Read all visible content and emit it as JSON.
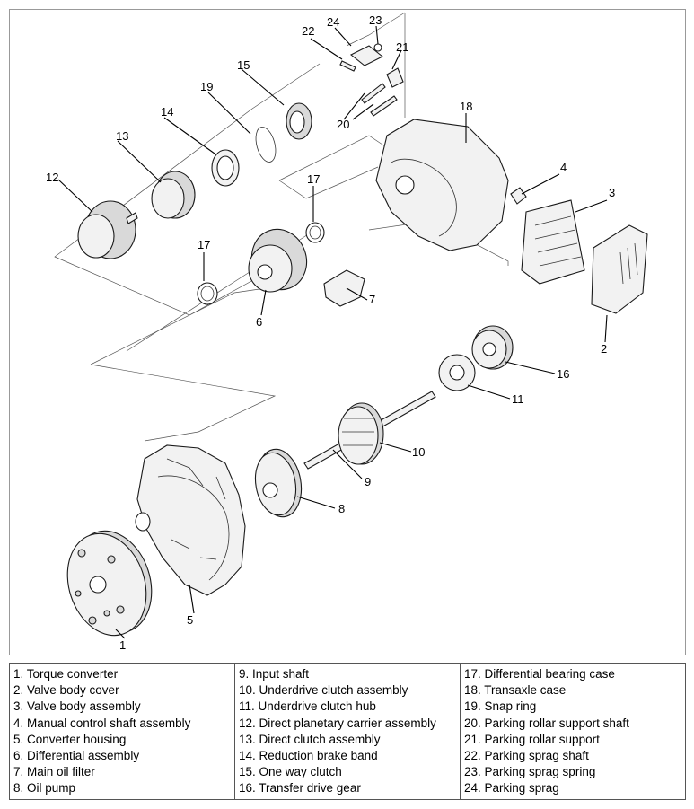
{
  "callouts": [
    "1",
    "2",
    "3",
    "4",
    "5",
    "6",
    "7",
    "8",
    "9",
    "10",
    "11",
    "12",
    "13",
    "14",
    "15",
    "16",
    "17",
    "17",
    "18",
    "19",
    "20",
    "21",
    "22",
    "23",
    "24"
  ],
  "legend": {
    "col1": [
      "1. Torque converter",
      "2. Valve body cover",
      "3. Valve body assembly",
      "4. Manual control shaft assembly",
      "5. Converter housing",
      "6. Differential assembly",
      "7. Main oil filter",
      "8. Oil pump"
    ],
    "col2": [
      "9. Input shaft",
      "10. Underdrive clutch assembly",
      "11. Underdrive clutch hub",
      "12. Direct planetary carrier assembly",
      "13. Direct clutch assembly",
      "14. Reduction brake band",
      "15. One way clutch",
      "16. Transfer drive gear"
    ],
    "col3": [
      "17. Differential bearing case",
      "18. Transaxle case",
      "19. Snap ring",
      "20. Parking rollar support shaft",
      "21. Parking rollar support",
      "22. Parking sprag shaft",
      "23. Parking sprag spring",
      "24. Parking sprag"
    ]
  }
}
